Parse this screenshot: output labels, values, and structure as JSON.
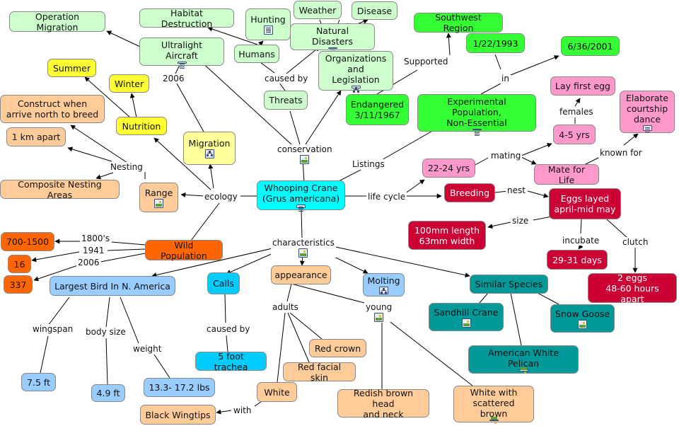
{
  "nodes": {
    "center": "Whooping Crane\n(Grus americana)",
    "operation_migration": "Operation Migration",
    "habitat_destruction": "Habitat Destruction",
    "hunting": "Hunting",
    "weather": "Weather",
    "disease": "Disease",
    "natural_disasters": "Natural Disasters",
    "ultralight_aircraft": "Ultralight Aircraft",
    "humans": "Humans",
    "southwest_region": "Southwest Region",
    "date_1993": "1/22/1993",
    "date_2001": "6/36/2001",
    "organizations": "Organizations\nand Legislation",
    "summer": "Summer",
    "winter": "Winter",
    "nutrition": "Nutrition",
    "construct_nest": "Construct when\narrive north to breed",
    "km_apart": "1 km apart",
    "composite_nesting": "Composite Nesting Areas",
    "migration": "Migration",
    "threats": "Threats",
    "endangered": "Endangered\n3/11/1967",
    "experimental": "Experimental Population,\nNon-Essential",
    "lay_first_egg": "Lay first egg",
    "elaborate_dance": "Elaborate\ncourtship\ndance",
    "age_4_5": "4-5 yrs",
    "age_22_24": "22-24 yrs",
    "mate_for_life": "Mate for Life",
    "range": "Range",
    "breeding": "Breeding",
    "eggs_layed": "Eggs layed\napril-mid may",
    "pop_700": "700-1500",
    "pop_16": "16",
    "pop_337": "337",
    "wild_population": "Wild Population",
    "egg_size": "100mm length\n63mm width",
    "incubate_days": "29-31 days",
    "clutch_eggs": "2 eggs\n48-60 hours apart",
    "largest_bird": "Largest Bird In N. America",
    "calls": "Calls",
    "appearance": "appearance",
    "molting": "Molting",
    "similar_species": "Similar Species",
    "sandhill_crane": "Sandhill Crane",
    "snow_goose": "Snow Goose",
    "white_pelican": "American White Pelican",
    "red_crown": "Red crown",
    "red_facial_skin": "Red facial skin",
    "white": "White",
    "black_wingtips": "Black Wingtips",
    "redish_brown": "Redish brown head\nand neck",
    "white_scattered": "White with\nscattered brown",
    "wingspan_val": "7.5 ft",
    "body_size_val": "4.9 ft",
    "weight_val": "13.3- 17.2 lbs",
    "trachea": "5 foot trachea"
  },
  "labels": {
    "year_2006_top": "2006",
    "caused_by_top": "caused by",
    "supported": "Supported",
    "in": "in",
    "females": "females",
    "conservation": "conservation",
    "listings": "Listings",
    "mating": "mating",
    "known_for": "known for",
    "nesting": "Nesting",
    "ecology": "ecology",
    "life_cycle": "life cycle",
    "nest": "nest",
    "year_1800s": "1800's",
    "year_1941": "1941",
    "year_2006": "2006",
    "size": "size",
    "incubate": "incubate",
    "clutch": "clutch",
    "characteristics": "characteristics",
    "adults": "adults",
    "young": "young",
    "wingspan": "wingspan",
    "body_size": "body size",
    "weight": "weight",
    "caused_by_bottom": "caused by",
    "with": "with"
  },
  "icons": {
    "ultralight_aircraft": "document-icon",
    "hunting": "document-icon",
    "natural_disasters": "document-icon",
    "organizations": "concept-map-icon",
    "nutrition": "none",
    "migration": "concept-map-icon",
    "experimental": "document-icon",
    "elaborate_dance": "document-icon",
    "range": "image-icon",
    "center": "document-icon",
    "conservation": "image-icon",
    "characteristics": "image-icon",
    "molting": "concept-map-icon",
    "young": "image-icon",
    "sandhill_crane": "image-icon",
    "snow_goose": "image-icon",
    "white_pelican": "image-icon",
    "white_scattered": "image-icon"
  },
  "colors": {
    "light_green": "#ccffcc",
    "green": "#33ff33",
    "yellow": "#ffff33",
    "cream": "#ffff99",
    "peach": "#ffcc99",
    "orange": "#ff6600",
    "cyan": "#00ffff",
    "light_blue": "#99ccff",
    "sky_blue": "#00ccff",
    "teal": "#009999",
    "pink": "#ff99cc",
    "crimson": "#cc0033"
  }
}
